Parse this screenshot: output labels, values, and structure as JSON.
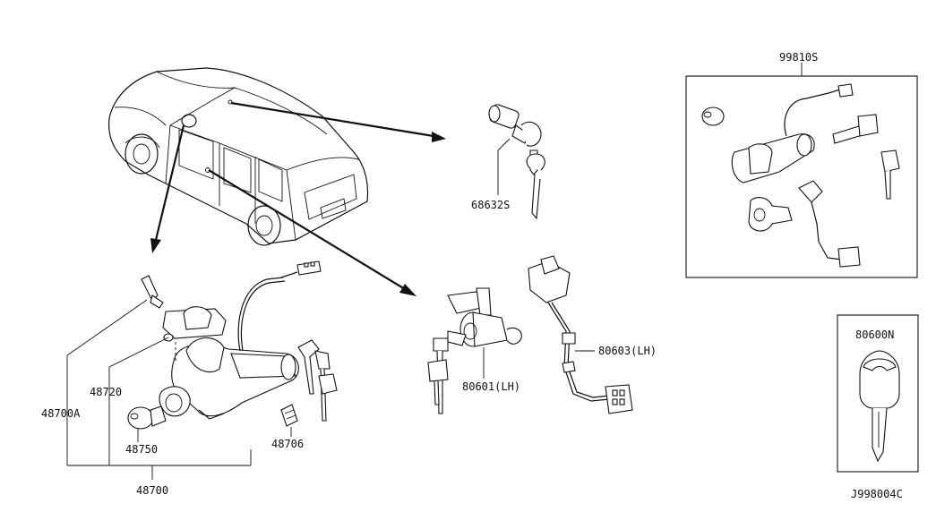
{
  "labels": {
    "p99810s": "99810S",
    "p68632s": "68632S",
    "p80603": "80603(LH)",
    "p80601": "80601(LH)",
    "p48720": "48720",
    "p48700a": "48700A",
    "p48750": "48750",
    "p48706": "48706",
    "p48700": "48700",
    "p80600n": "80600N",
    "diagram_code": "J998004C"
  }
}
